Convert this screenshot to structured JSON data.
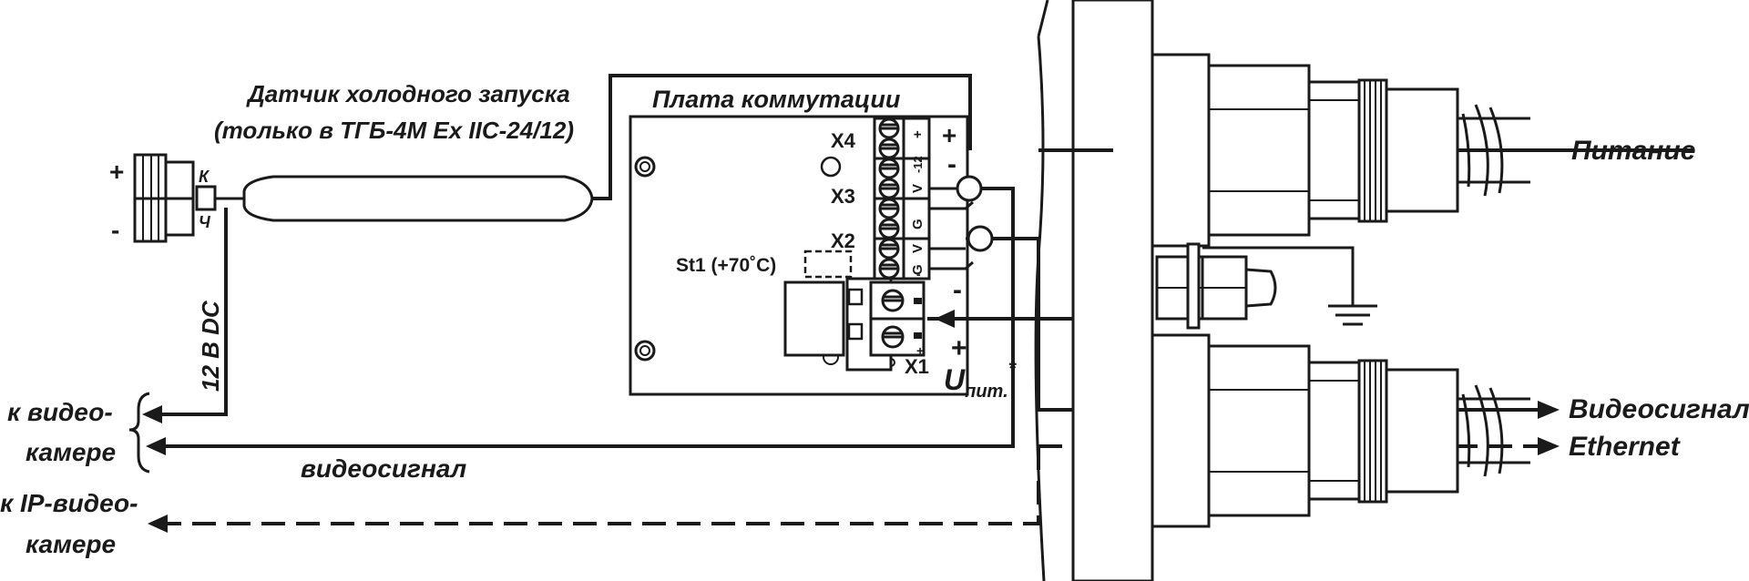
{
  "labels": {
    "sensor_line1": "Датчик холодного запуска",
    "sensor_line2": "(только в ТГБ-4М Ex IIC-24/12)",
    "board_title": "Плата коммутации",
    "power": "Питание",
    "video_signal_right": "Видеосигнал",
    "ethernet": "Ethernet",
    "to_camera_line1": "к видео-",
    "to_camera_line2": "камере",
    "to_ip_camera_line1": "к IP-видео-",
    "to_ip_camera_line2": "камере",
    "video_signal_bottom": "видеосигнал",
    "dc_label": "12 В DC",
    "x4": "X4",
    "x3": "X3",
    "x2": "X2",
    "x1": "X1",
    "st1": "St1 (+70˚С)",
    "u_main": "U",
    "u_sub": "пит.",
    "u_star": "*",
    "plus_left": "+",
    "minus_left": "-",
    "plus_top": "+",
    "minus_top": "-",
    "minus_x1": "-",
    "plus_x1": "+",
    "pin_plus": "+",
    "pin_12": "-12",
    "pin_v": "V",
    "pin_g": "G",
    "pin_x1_minus": "-",
    "pin_x1_plus": "+",
    "ch_label": "Ч",
    "k_label": "К"
  }
}
